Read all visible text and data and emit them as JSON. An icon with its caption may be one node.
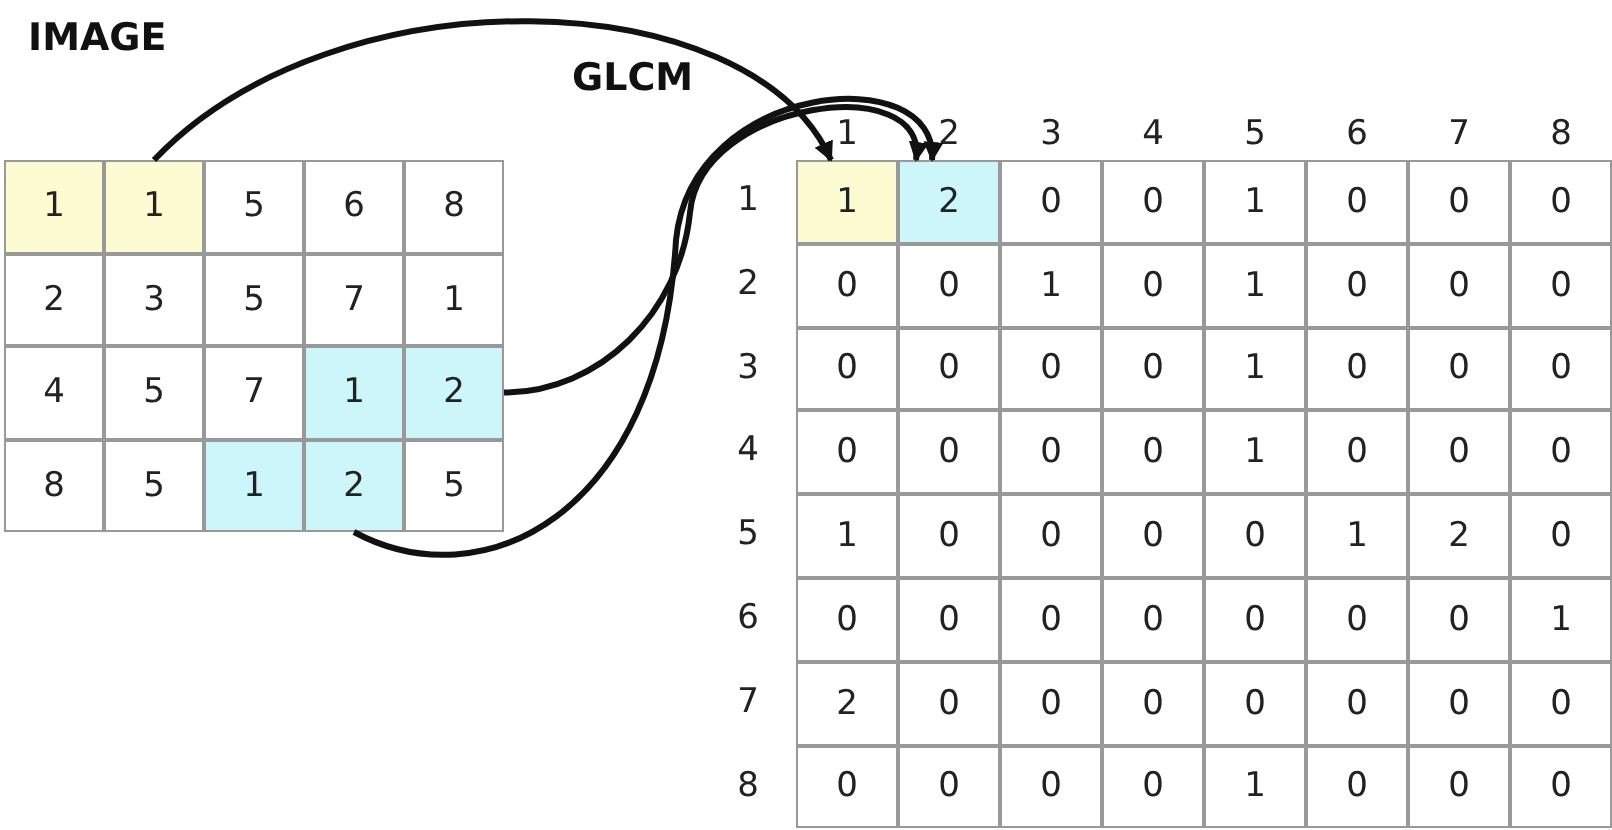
{
  "diagram": {
    "nodes": [
      {
        "text": [
          "1"
        ]
      },
      {
        "text": [
          "1"
        ]
      },
      {
        "text": [
          "5"
        ]
      },
      {
        "text": [
          "6"
        ]
      },
      {
        "text": [
          "8"
        ]
      },
      {
        "text": [
          "2"
        ]
      },
      {
        "text": [
          "3"
        ]
      },
      {
        "text": [
          "5"
        ]
      },
      {
        "text": [
          "7"
        ]
      },
      {
        "text": [
          "1"
        ]
      },
      {
        "text": [
          "4"
        ]
      },
      {
        "text": [
          "5"
        ]
      },
      {
        "text": [
          "7"
        ]
      },
      {
        "text": [
          "1"
        ]
      },
      {
        "text": [
          "2"
        ]
      },
      {
        "text": [
          "8"
        ]
      },
      {
        "text": [
          "5"
        ]
      },
      {
        "text": [
          "1"
        ]
      },
      {
        "text": [
          "2"
        ]
      },
      {
        "text": [
          "5"
        ]
      },
      {
        "text": [
          "1"
        ]
      },
      {
        "text": [
          "2"
        ]
      },
      {
        "text": [
          "0"
        ]
      },
      {
        "text": [
          "0"
        ]
      },
      {
        "text": [
          "1"
        ]
      },
      {
        "text": [
          "0"
        ]
      },
      {
        "text": [
          "0"
        ]
      },
      {
        "text": [
          "0"
        ]
      },
      {
        "text": [
          "0"
        ]
      },
      {
        "text": [
          "0"
        ]
      },
      {
        "text": [
          "1"
        ]
      },
      {
        "text": [
          "0"
        ]
      },
      {
        "text": [
          "1"
        ]
      },
      {
        "text": [
          "0"
        ]
      },
      {
        "text": [
          "0"
        ]
      },
      {
        "text": [
          "0"
        ]
      },
      {
        "text": [
          "0"
        ]
      },
      {
        "text": [
          "0"
        ]
      },
      {
        "text": [
          "0"
        ]
      },
      {
        "text": [
          "0"
        ]
      },
      {
        "text": [
          "1"
        ]
      },
      {
        "text": [
          "0"
        ]
      },
      {
        "text": [
          "0"
        ]
      },
      {
        "text": [
          "0"
        ]
      },
      {
        "text": [
          "0"
        ]
      },
      {
        "text": [
          "0"
        ]
      },
      {
        "text": [
          "0"
        ]
      },
      {
        "text": [
          "0"
        ]
      },
      {
        "text": [
          "1"
        ]
      },
      {
        "text": [
          "0"
        ]
      },
      {
        "text": [
          "0"
        ]
      },
      {
        "text": [
          "0"
        ]
      },
      {
        "text": [
          "1"
        ]
      },
      {
        "text": [
          "0"
        ]
      },
      {
        "text": [
          "0"
        ]
      },
      {
        "text": [
          "0"
        ]
      },
      {
        "text": [
          "0"
        ]
      },
      {
        "text": [
          "1"
        ]
      },
      {
        "text": [
          "2"
        ]
      },
      {
        "text": [
          "0"
        ]
      },
      {
        "text": [
          "0"
        ]
      },
      {
        "text": [
          "0"
        ]
      },
      {
        "text": [
          "0"
        ]
      },
      {
        "text": [
          "0"
        ]
      },
      {
        "text": [
          "0"
        ]
      },
      {
        "text": [
          "0"
        ]
      },
      {
        "text": [
          "0"
        ]
      },
      {
        "text": [
          "1"
        ]
      },
      {
        "text": [
          "2"
        ]
      },
      {
        "text": [
          "0"
        ]
      },
      {
        "text": [
          "0"
        ]
      },
      {
        "text": [
          "0"
        ]
      },
      {
        "text": [
          "0"
        ]
      },
      {
        "text": [
          "0"
        ]
      },
      {
        "text": [
          "0"
        ]
      },
      {
        "text": [
          "0"
        ]
      },
      {
        "text": [
          "0"
        ]
      },
      {
        "text": [
          "0"
        ]
      },
      {
        "text": [
          "0"
        ]
      },
      {
        "text": [
          "0"
        ]
      },
      {
        "text": [
          "1"
        ]
      },
      {
        "text": [
          "0"
        ]
      },
      {
        "text": [
          "0"
        ]
      },
      {
        "text": [
          "0"
        ]
      }
    ],
    "edges": [
      {
        "from": 1,
        "to": 20,
        "arrow": "to"
      },
      {
        "from": 14,
        "to": 21,
        "arrow": "to"
      },
      {
        "from": 18,
        "to": 21,
        "arrow": "to"
      }
    ],
    "labels": [
      "IMAGE",
      "GLCM",
      "1",
      "2",
      "3",
      "4",
      "5",
      "6",
      "7",
      "8",
      "1",
      "2",
      "3",
      "4",
      "5",
      "6",
      "7",
      "8"
    ]
  }
}
